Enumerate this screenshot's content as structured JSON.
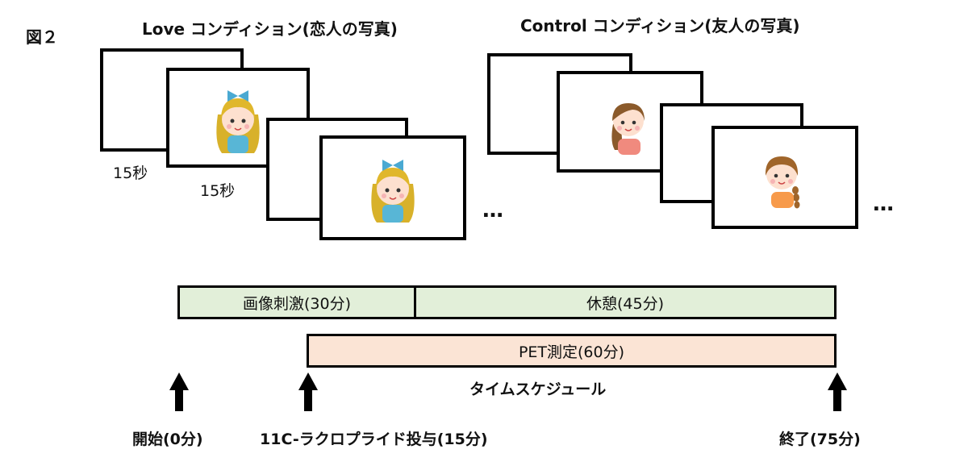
{
  "figure_label": "図２",
  "love": {
    "title": "Love コンディション(恋人の写真)",
    "duration_1": "15秒",
    "duration_2": "15秒",
    "ellipsis": "…"
  },
  "control": {
    "title": "Control コンディション(友人の写真)",
    "ellipsis": "…"
  },
  "icons": {
    "love_photo": "girl-blonde-bow-icon",
    "control_photo_1": "girl-brown-hair-icon",
    "control_photo_2": "girl-braid-icon"
  },
  "timeline": {
    "stimulus": "画像刺激(30分)",
    "rest": "休憩(45分)",
    "pet": "PET測定(60分)",
    "schedule_label": "タイムスケジュール",
    "start": "開始(0分)",
    "injection": "11C-ラクロプライド投与(15分)",
    "end": "終了(75分)"
  },
  "colors": {
    "stimulus_fill": "#e2efd9",
    "pet_fill": "#fbe4d5"
  }
}
